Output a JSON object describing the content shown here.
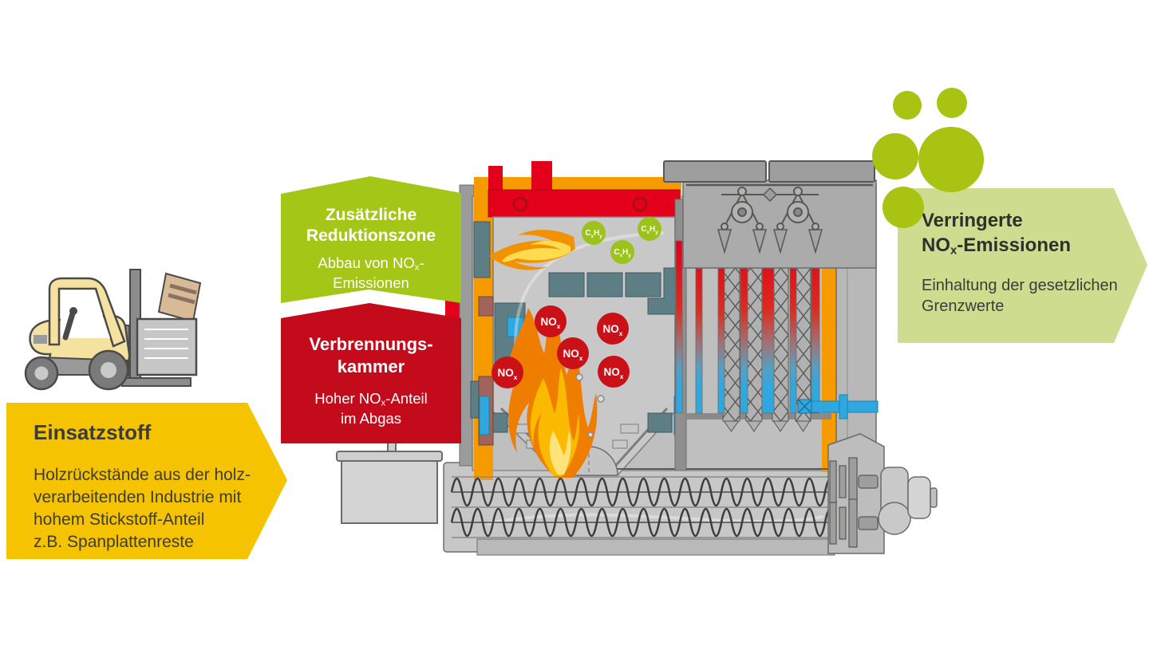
{
  "input_box": {
    "title": "Einsatzstoff",
    "line1": "Holzrückstände aus der holz-",
    "line2": "verarbeitenden Industrie mit",
    "line3": "hohem Stickstoff-Anteil",
    "line4": "z.B. Spanplattenreste"
  },
  "reduction_callout": {
    "title_line1": "Zusätzliche",
    "title_line2": "Reduktionszone",
    "body_pre": "Abbau von NO",
    "body_sub": "x",
    "body_dash": "-",
    "body_line2": "Emissionen"
  },
  "combustion_callout": {
    "title_line1": "Verbrennungs-",
    "title_line2": "kammer",
    "body_pre": "Hoher NO",
    "body_sub": "x",
    "body_post": "-Anteil",
    "body_line2": "im Abgas"
  },
  "output_box": {
    "title_line1": "Verringerte",
    "title_no": "NO",
    "title_sub": "x",
    "title_post": "-Emissionen",
    "body_line1": "Einhaltung der gesetzlichen",
    "body_line2": "Grenzwerte"
  },
  "molecules": {
    "nox_main": "NO",
    "nox_sub": "x",
    "cxhy_c": "C",
    "cxhy_x": "x",
    "cxhy_h": "H",
    "cxhy_y": "y"
  },
  "colors": {
    "input_yellow": "#F5C300",
    "reduction_green": "#A3C617",
    "combustion_red": "#C40B1C",
    "output_light_green": "#CDDC8F",
    "cloud_green": "#A8C311",
    "frame_orange": "#F59B00",
    "duct_red": "#E2001A",
    "nox_red": "#CB1118",
    "cxhy_green": "#9CC21C",
    "water_blue": "#2FA8DF"
  }
}
